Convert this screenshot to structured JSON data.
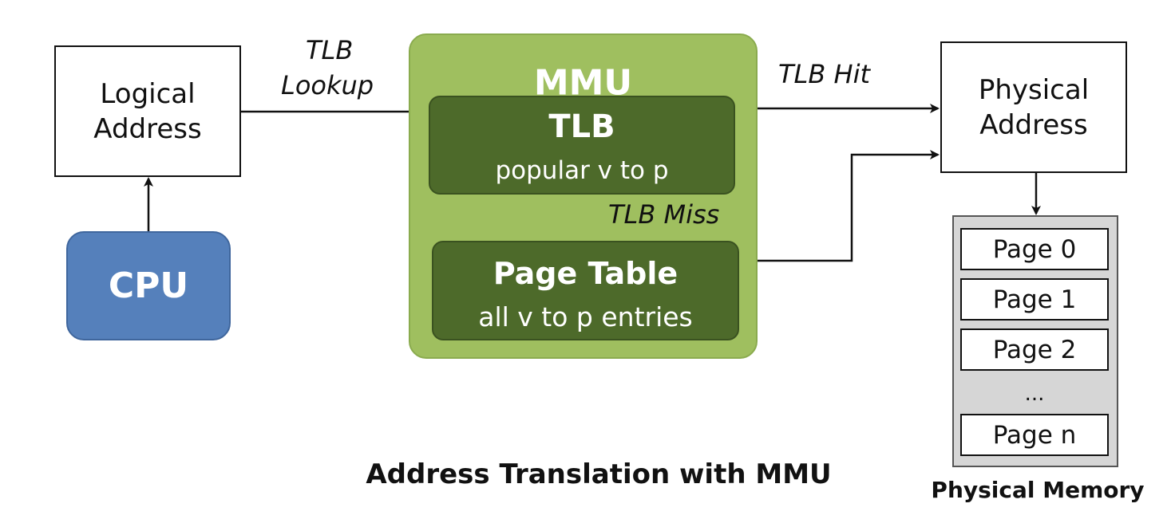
{
  "logical_address": {
    "line1": "Logical",
    "line2": "Address"
  },
  "cpu": {
    "label": "CPU"
  },
  "mmu": {
    "title": "MMU",
    "tlb": {
      "title": "TLB",
      "subtitle": "popular v to p"
    },
    "page_table": {
      "title": "Page Table",
      "subtitle": "all v to p entries"
    }
  },
  "edges": {
    "tlb_lookup": {
      "line1": "TLB",
      "line2": "Lookup"
    },
    "tlb_hit": "TLB Hit",
    "tlb_miss": "TLB Miss"
  },
  "physical_address": {
    "line1": "Physical",
    "line2": "Address"
  },
  "physical_memory": {
    "pages": [
      "Page 0",
      "Page 1",
      "Page 2",
      "Page n"
    ],
    "ellipsis": "...",
    "label": "Physical Memory"
  },
  "caption": "Address Translation with MMU",
  "colors": {
    "cpu_fill": "#5580bb",
    "mmu_fill": "#9fbf5f",
    "inner_fill": "#4d6a2a",
    "memory_fill": "#d6d6d6"
  }
}
